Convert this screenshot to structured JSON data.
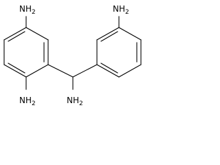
{
  "molecule": {
    "labels": {
      "amine_left_top": "NH2",
      "amine_left_bottom": "NH2",
      "amine_right_top": "NH2",
      "amine_center": "NH2"
    }
  }
}
